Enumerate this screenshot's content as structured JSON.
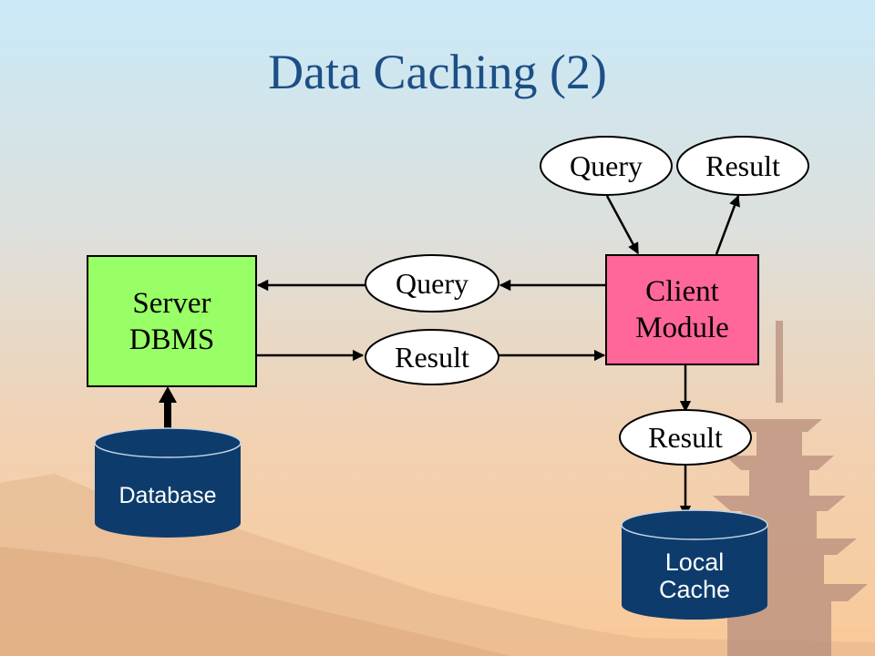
{
  "title": "Data Caching (2)",
  "colors": {
    "title": "#1c4f86",
    "server_box": "#99ff66",
    "client_box": "#ff6699",
    "cylinder": "#0d3c6c"
  },
  "server_box": {
    "line1": "Server",
    "line2": "DBMS"
  },
  "client_box": {
    "line1": "Client",
    "line2": "Module"
  },
  "ovals": {
    "top_query": "Query",
    "top_result": "Result",
    "middle_query": "Query",
    "middle_result": "Result",
    "lower_result": "Result"
  },
  "database": {
    "label": "Database"
  },
  "local_cache": {
    "line1": "Local",
    "line2": "Cache"
  }
}
